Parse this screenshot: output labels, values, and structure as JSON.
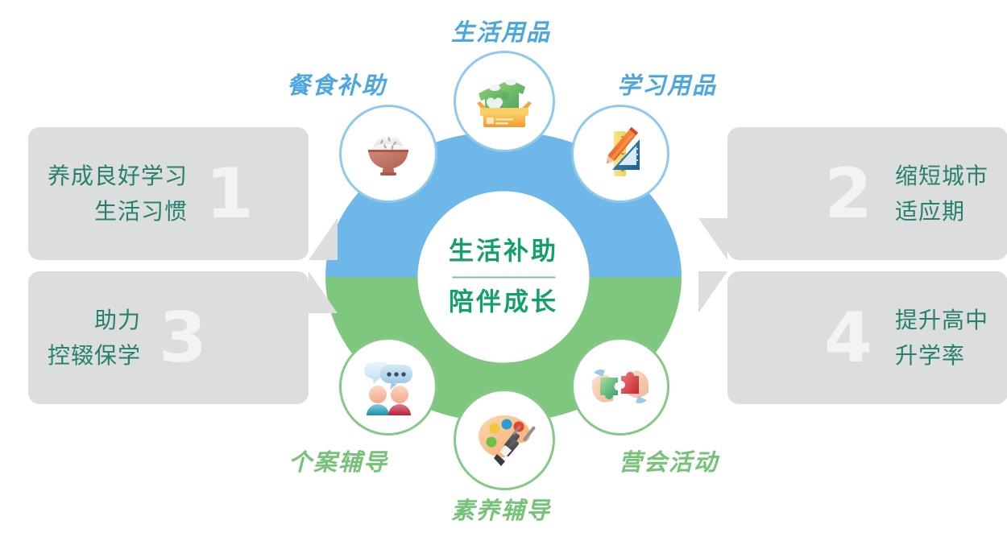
{
  "center": {
    "line1": "生活补助",
    "line2": "陪伴成长",
    "divider": "divider-line",
    "top_color": "#6db8e8",
    "bottom_color": "#7fc77f",
    "text_color": "#14a06a"
  },
  "spokes": [
    {
      "label": "餐食补助",
      "icon": "rice-bowl-icon",
      "group": "blue"
    },
    {
      "label": "生活用品",
      "icon": "clothing-donation-box-icon",
      "group": "blue"
    },
    {
      "label": "学习用品",
      "icon": "ruler-pencil-setsquare-icon",
      "group": "blue"
    },
    {
      "label": "个案辅导",
      "icon": "people-speech-bubbles-icon",
      "group": "green"
    },
    {
      "label": "素养辅导",
      "icon": "paint-palette-brush-icon",
      "group": "green"
    },
    {
      "label": "营会活动",
      "icon": "hands-puzzle-pieces-icon",
      "group": "green"
    }
  ],
  "callouts": [
    {
      "number": "1",
      "line1": "养成良好学习",
      "line2": "生活习惯",
      "side": "left"
    },
    {
      "number": "2",
      "line1": "缩短城市",
      "line2": "适应期",
      "side": "right"
    },
    {
      "number": "3",
      "line1": "助力",
      "line2": "控辍保学",
      "side": "left"
    },
    {
      "number": "4",
      "line1": "提升高中",
      "line2": "升学率",
      "side": "right"
    }
  ],
  "colors": {
    "blue_label": "#4ca6e0",
    "green_label": "#76c278",
    "box_bg": "#dcdedd",
    "box_text": "#27806f",
    "box_number": "#f2f3f2"
  }
}
